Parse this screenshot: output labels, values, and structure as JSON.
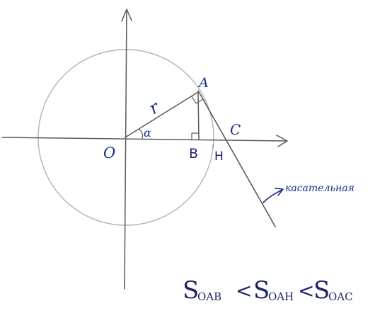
{
  "labels": {
    "point_a": "A",
    "point_o": "O",
    "point_b": "B",
    "point_h": "H",
    "point_c": "C",
    "radius": "r",
    "angle": "α",
    "tangent": "касательная"
  },
  "formula": {
    "s1": "S",
    "s1_sub": "OAB",
    "lt1": "<",
    "s2": "S",
    "s2_sub": "OAH",
    "lt2": "<",
    "s3": "S",
    "s3_sub": "OAC"
  },
  "colors": {
    "ink": "#1a2a8a",
    "pencil": "#5a5a5a",
    "circle": "#b3b3b3"
  }
}
